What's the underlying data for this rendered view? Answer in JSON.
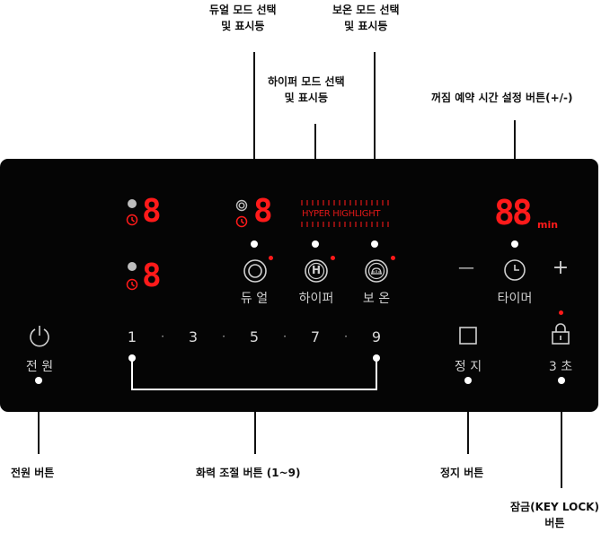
{
  "callouts": {
    "dual": [
      "듀얼 모드 선택",
      "및 표시등"
    ],
    "hifi": [
      "하이퍼 모드 선택",
      "및 표시등"
    ],
    "keepwarm": [
      "보온 모드 선택",
      "및 표시등"
    ],
    "timer": [
      "꺼짐 예약 시간 설정 버튼(+/-)"
    ],
    "power": [
      "전원 버튼"
    ],
    "heat": [
      "화력 조절 버튼 (1~9)"
    ],
    "stop": [
      "정지 버튼"
    ],
    "lock": [
      "잠금(KEY LOCK)",
      "버튼"
    ]
  },
  "panel": {
    "zone_digit": "8",
    "timer_digits": "88",
    "timer_unit": "min",
    "hyper_text": "HYPER HIGHLIGHT",
    "dual_label": "듀 얼",
    "hifi_label": "하이퍼",
    "keepwarm_label": "보 온",
    "timer_label": "타이머",
    "minus": "—",
    "plus": "+",
    "hifi_letter": "H",
    "power_label": "전 원",
    "stop_label": "정 지",
    "lock_label": "3 초",
    "levels": [
      "1",
      "3",
      "5",
      "7",
      "9"
    ],
    "level_sep": "·"
  },
  "colors": {
    "panel": "#050505",
    "display_red": "#ff1a1a",
    "label_gray": "#cfcfcf"
  }
}
